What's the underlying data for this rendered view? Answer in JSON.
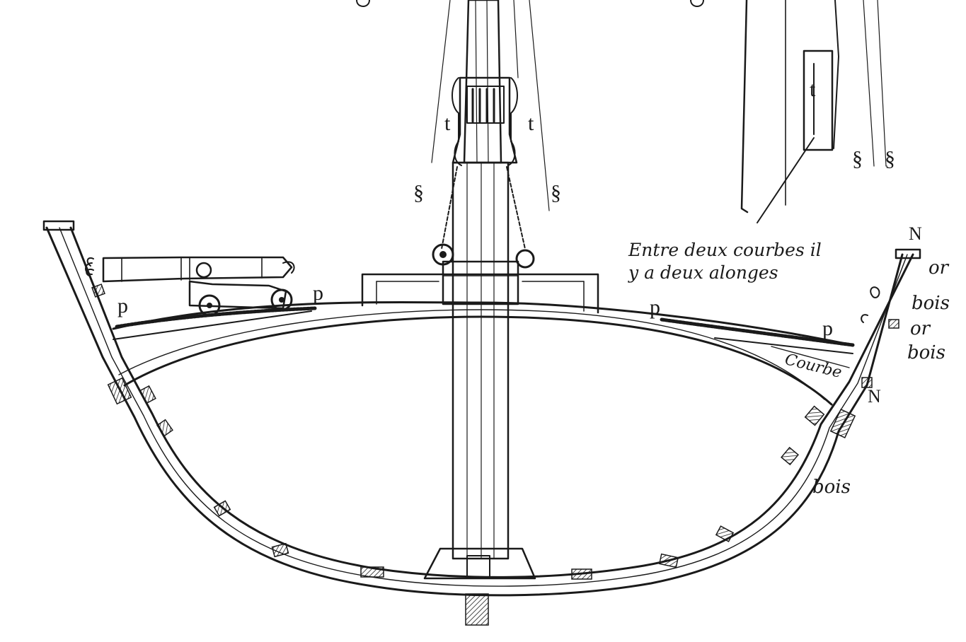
{
  "labels": {
    "t_left": "t",
    "t_right": "t",
    "t_upper": "t",
    "p_left_outer": "p",
    "p_left_inner": "p",
    "p_right_inner": "p",
    "p_right_outer": "p",
    "n_top": "N",
    "n_side": "N",
    "or_1": "or",
    "bois_1": "bois",
    "or_2": "or",
    "bois_2": "bois",
    "bois_lower": "bois",
    "courbe": "Courbe",
    "section_mark_1": "§",
    "section_mark_2": "§",
    "section_mark_3": "§",
    "section_mark_4": "§"
  },
  "note": {
    "line1": "Entre deux courbes il",
    "line2": "y a deux alonges"
  }
}
